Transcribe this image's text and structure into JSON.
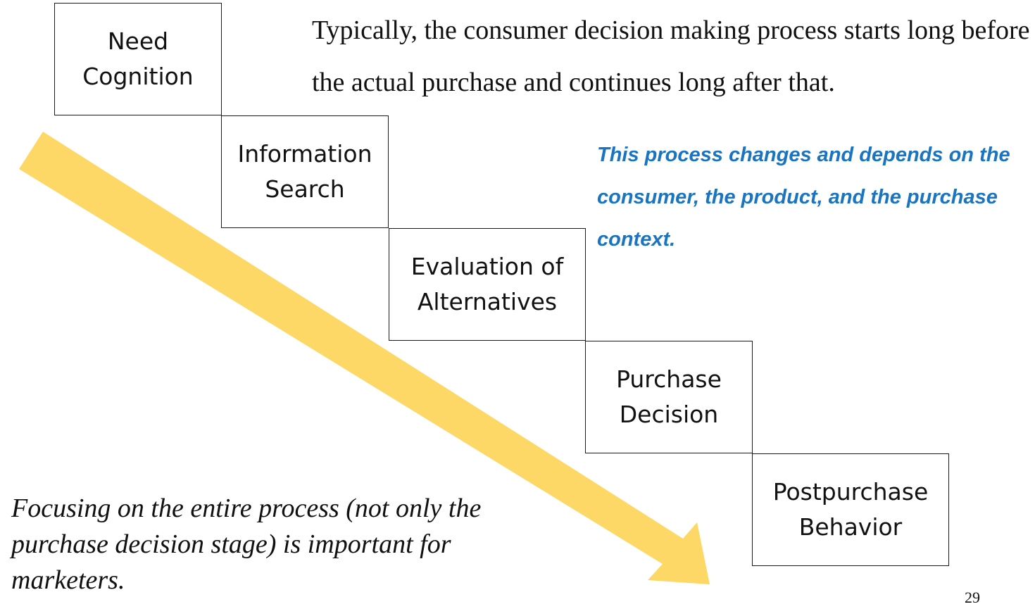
{
  "stages": [
    {
      "label": "Need\nCognition"
    },
    {
      "label": "Information\nSearch"
    },
    {
      "label": "Evaluation of\nAlternatives"
    },
    {
      "label": "Purchase\nDecision"
    },
    {
      "label": "Postpurchase\nBehavior"
    }
  ],
  "intro_text": "Typically, the consumer decision making process starts long before the actual purchase and continues long after that.",
  "note_text": "This process changes and depends on the consumer, the product, and the purchase context.",
  "focus_text": "Focusing on the entire process (not only the purchase decision stage) is important for marketers.",
  "page_number": "29",
  "colors": {
    "arrow": "#FDD866",
    "note_text": "#1a74c0",
    "box_border": "#1a1a1a"
  }
}
